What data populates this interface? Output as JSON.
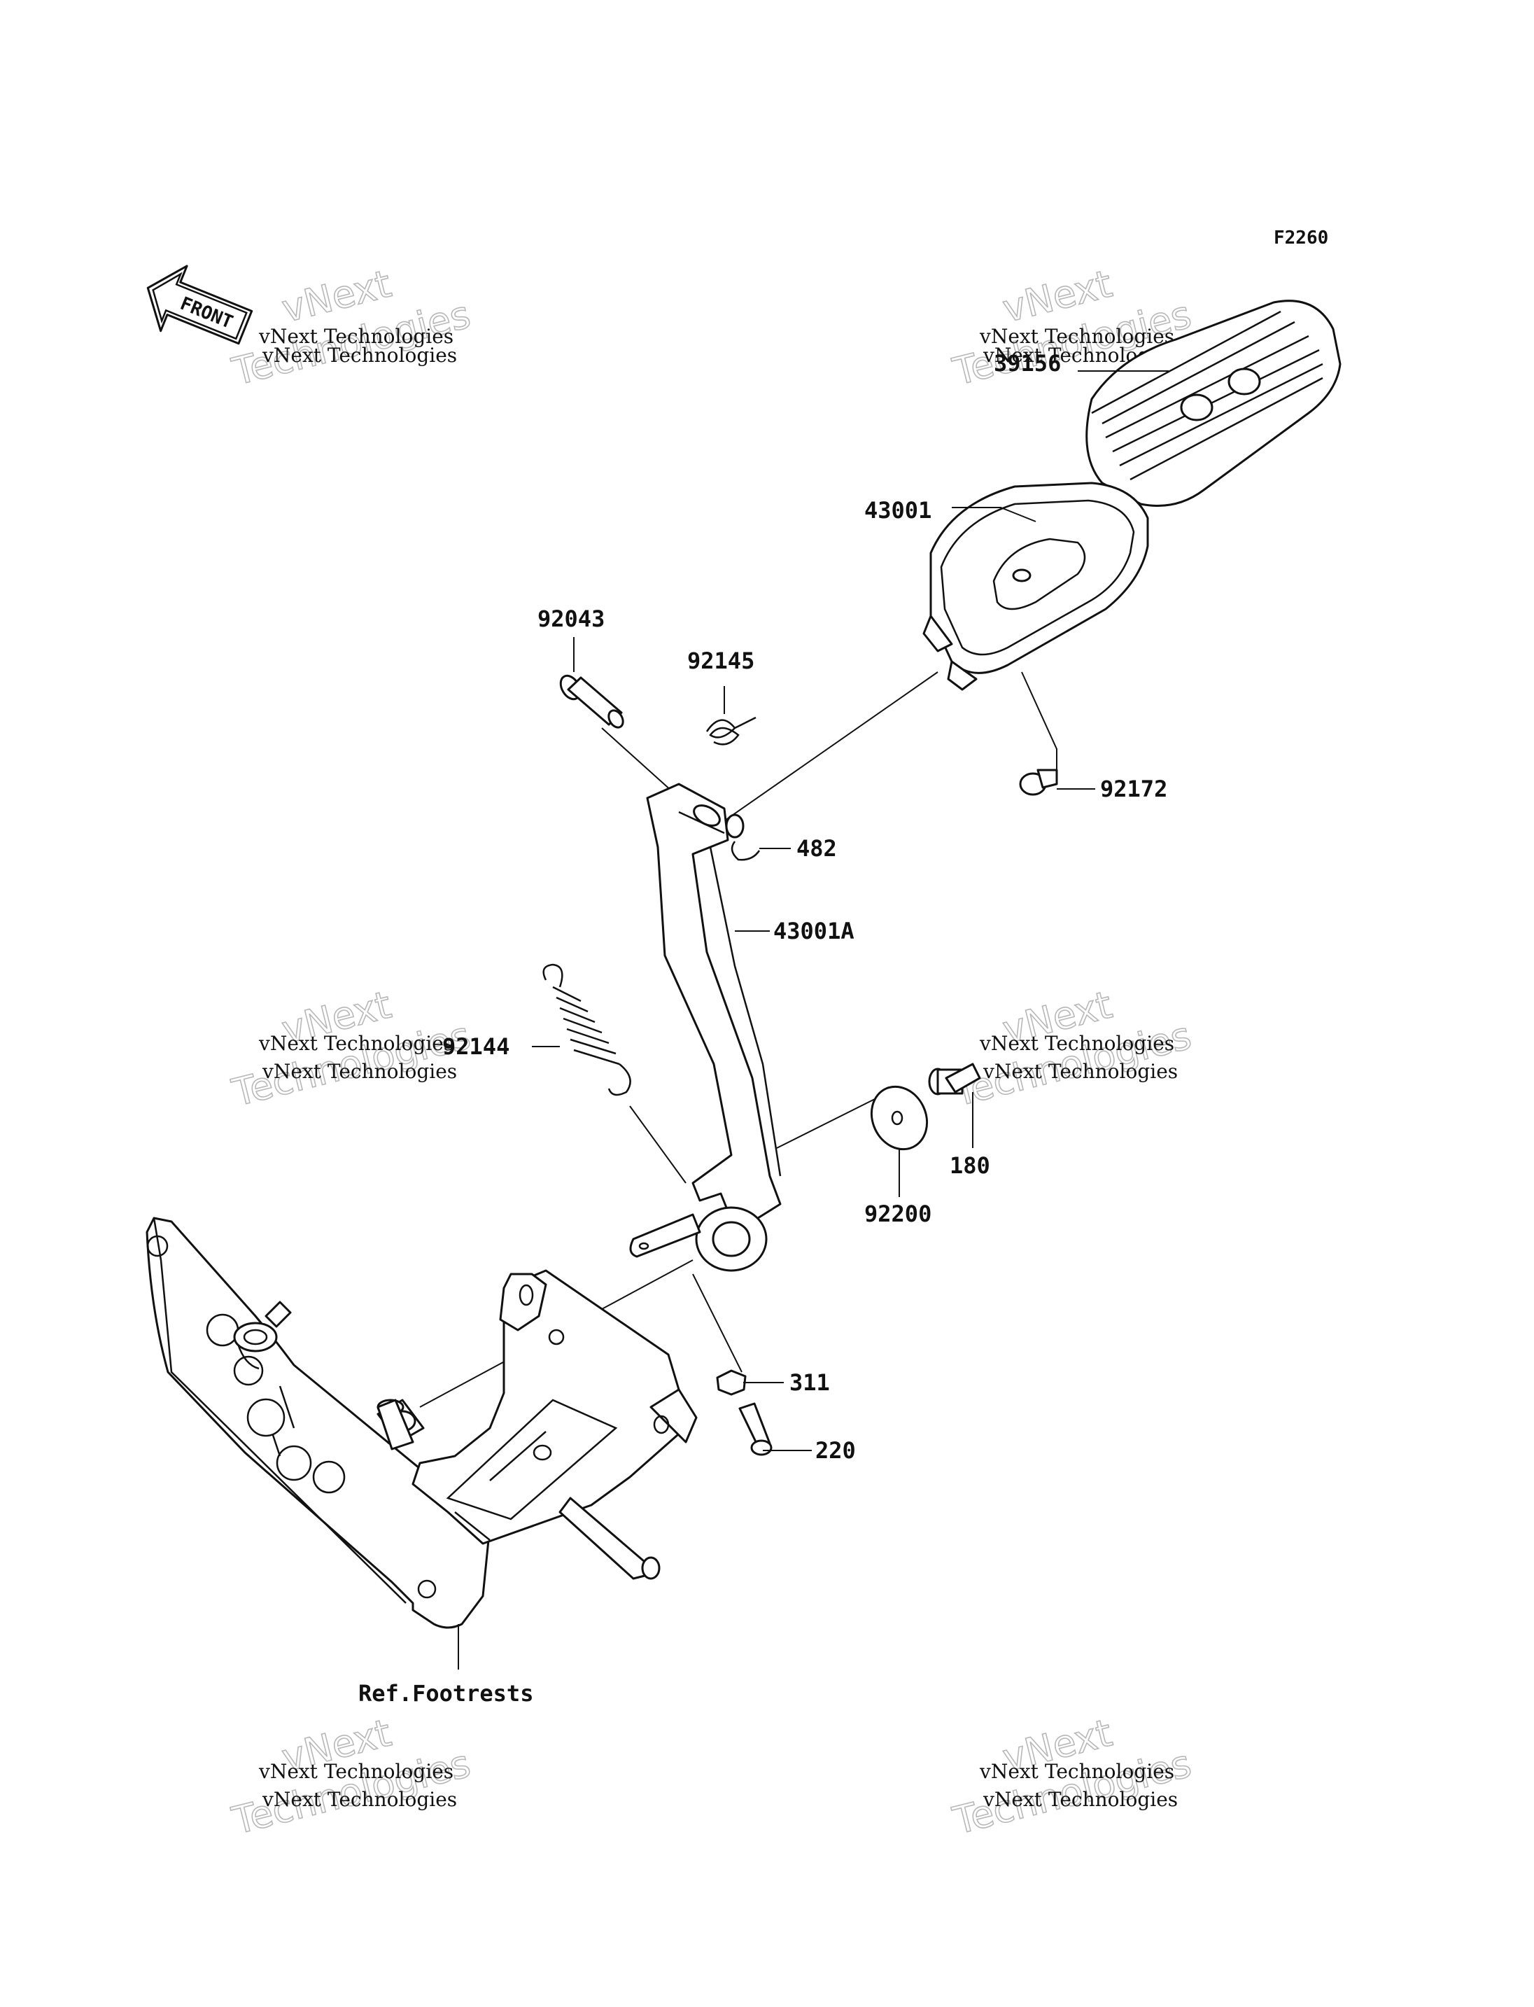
{
  "figure_code": "F2260",
  "front_arrow": {
    "label": "FRONT",
    "icon": "front-direction-arrow-icon"
  },
  "watermark": {
    "line1": "vNext Technologies",
    "line2": "vNext",
    "line3": "Technologies"
  },
  "callouts": [
    {
      "id": "39156",
      "text": "39156"
    },
    {
      "id": "43001",
      "text": "43001"
    },
    {
      "id": "92043",
      "text": "92043"
    },
    {
      "id": "92145",
      "text": "92145"
    },
    {
      "id": "92172",
      "text": "92172"
    },
    {
      "id": "482",
      "text": "482"
    },
    {
      "id": "43001A",
      "text": "43001A"
    },
    {
      "id": "92144",
      "text": "92144"
    },
    {
      "id": "180",
      "text": "180"
    },
    {
      "id": "92200",
      "text": "92200"
    },
    {
      "id": "311",
      "text": "311"
    },
    {
      "id": "220",
      "text": "220"
    },
    {
      "id": "ref-footrests",
      "text": "Ref.Footrests"
    }
  ]
}
